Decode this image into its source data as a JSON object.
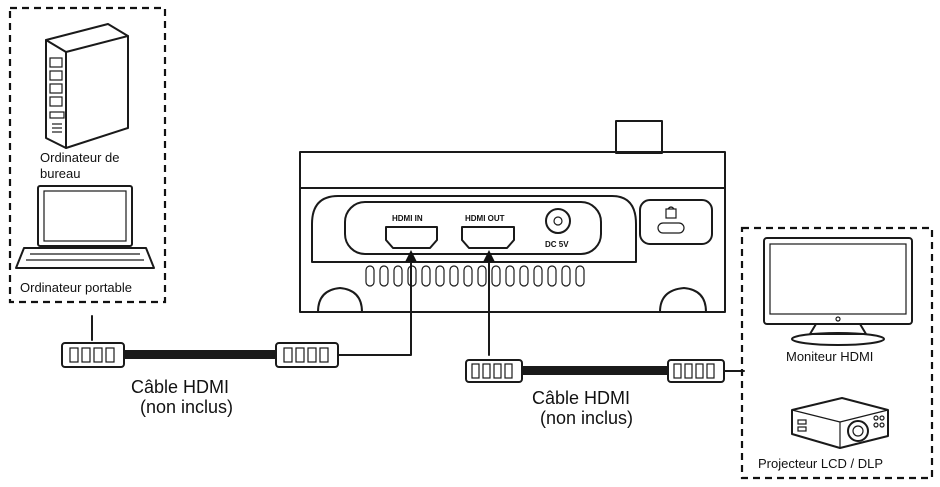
{
  "sources": {
    "desktop_label_line1": "Ordinateur de",
    "desktop_label_line2": "bureau",
    "laptop_label": "Ordinateur portable"
  },
  "device": {
    "hdmi_in_label": "HDMI IN",
    "hdmi_out_label": "HDMI OUT",
    "dc_label": "DC 5V"
  },
  "cable_left": {
    "line1": "Câble HDMI",
    "line2": "(non inclus)"
  },
  "cable_right": {
    "line1": "Câble HDMI",
    "line2": "(non inclus)"
  },
  "outputs": {
    "monitor_label": "Moniteur HDMI",
    "projector_label": "Projecteur LCD / DLP"
  }
}
